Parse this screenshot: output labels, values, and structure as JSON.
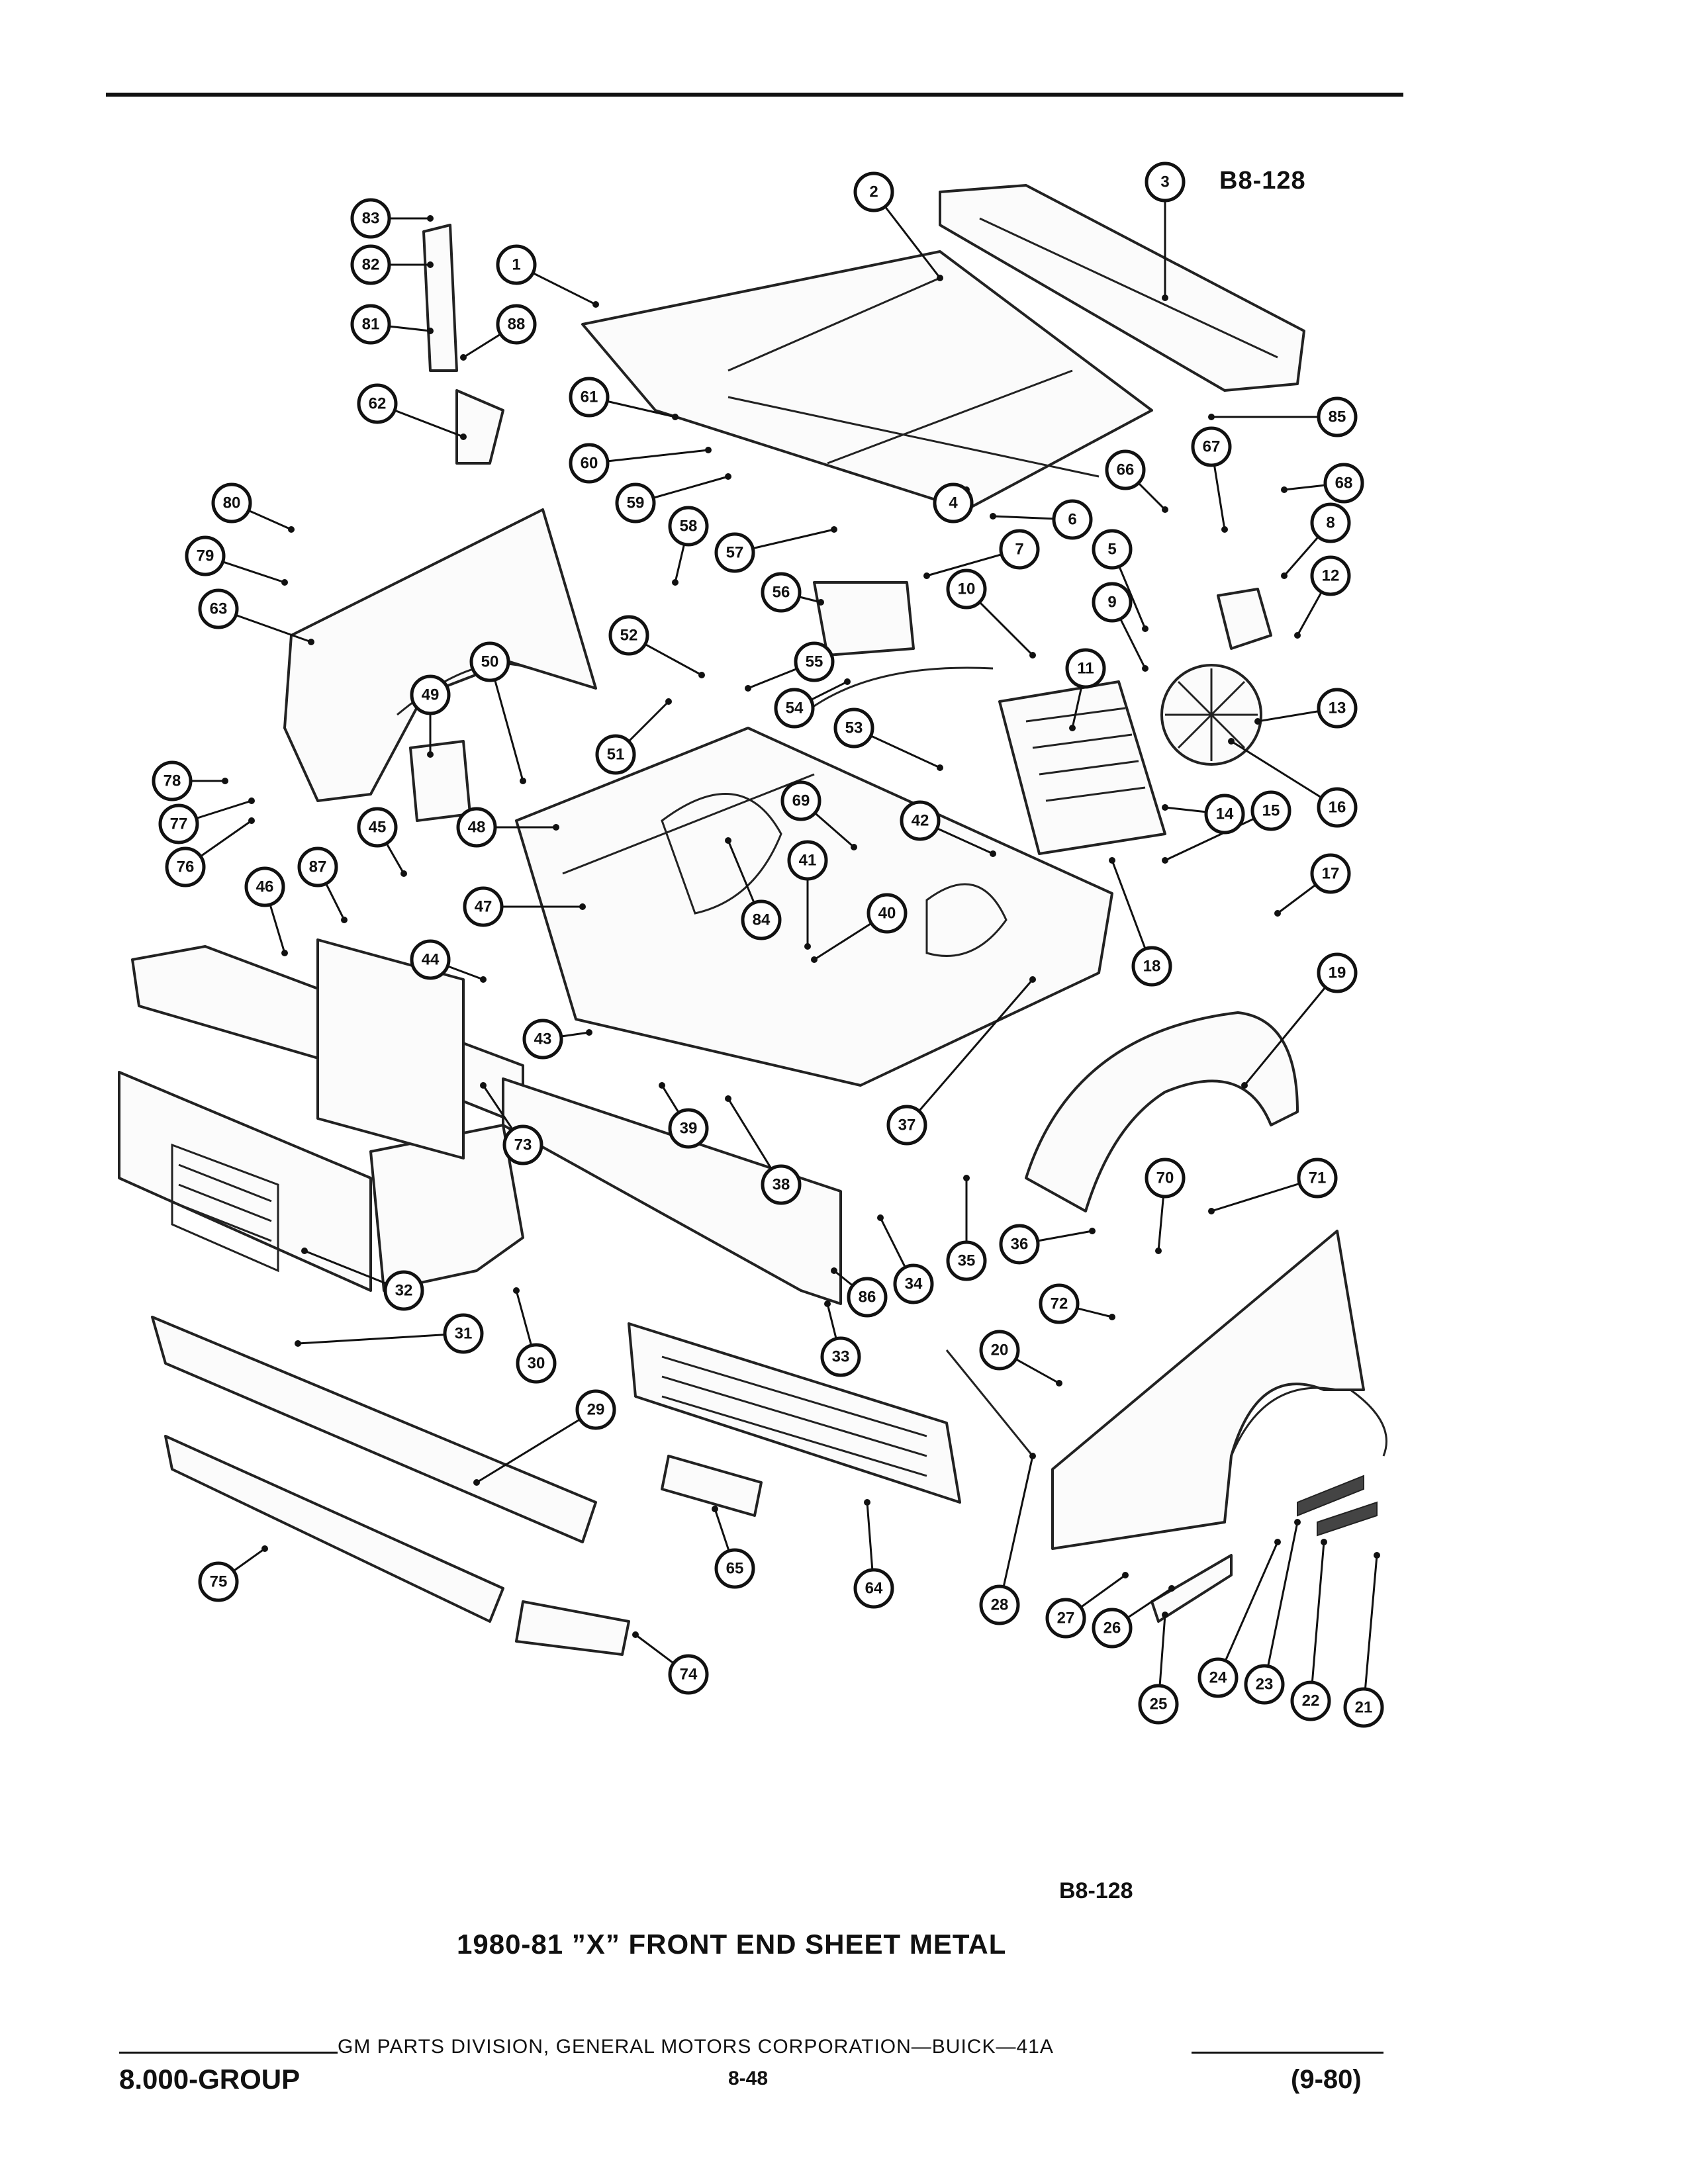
{
  "header": {
    "ref_top": "B8-128"
  },
  "figure": {
    "ref_bottom": "B8-128",
    "title": "1980-81 ”X” FRONT END SHEET METAL"
  },
  "footer": {
    "center": "GM PARTS DIVISION, GENERAL MOTORS CORPORATION—BUICK—41A",
    "group": "8.000-GROUP",
    "page": "8-48",
    "date": "(9-80)"
  },
  "callouts": [
    "1",
    "2",
    "3",
    "4",
    "5",
    "6",
    "7",
    "8",
    "9",
    "10",
    "11",
    "12",
    "13",
    "14",
    "15",
    "16",
    "17",
    "18",
    "19",
    "20",
    "21",
    "22",
    "23",
    "24",
    "25",
    "26",
    "27",
    "28",
    "29",
    "30",
    "31",
    "32",
    "33",
    "34",
    "35",
    "36",
    "37",
    "38",
    "39",
    "40",
    "41",
    "42",
    "43",
    "44",
    "45",
    "46",
    "47",
    "48",
    "49",
    "50",
    "51",
    "52",
    "53",
    "54",
    "55",
    "56",
    "57",
    "58",
    "59",
    "60",
    "61",
    "62",
    "63",
    "64",
    "65",
    "66",
    "67",
    "68",
    "69",
    "70",
    "71",
    "72",
    "73",
    "74",
    "75",
    "76",
    "77",
    "78",
    "79",
    "80",
    "81",
    "82",
    "83",
    "84",
    "85",
    "86",
    "87",
    "88"
  ]
}
